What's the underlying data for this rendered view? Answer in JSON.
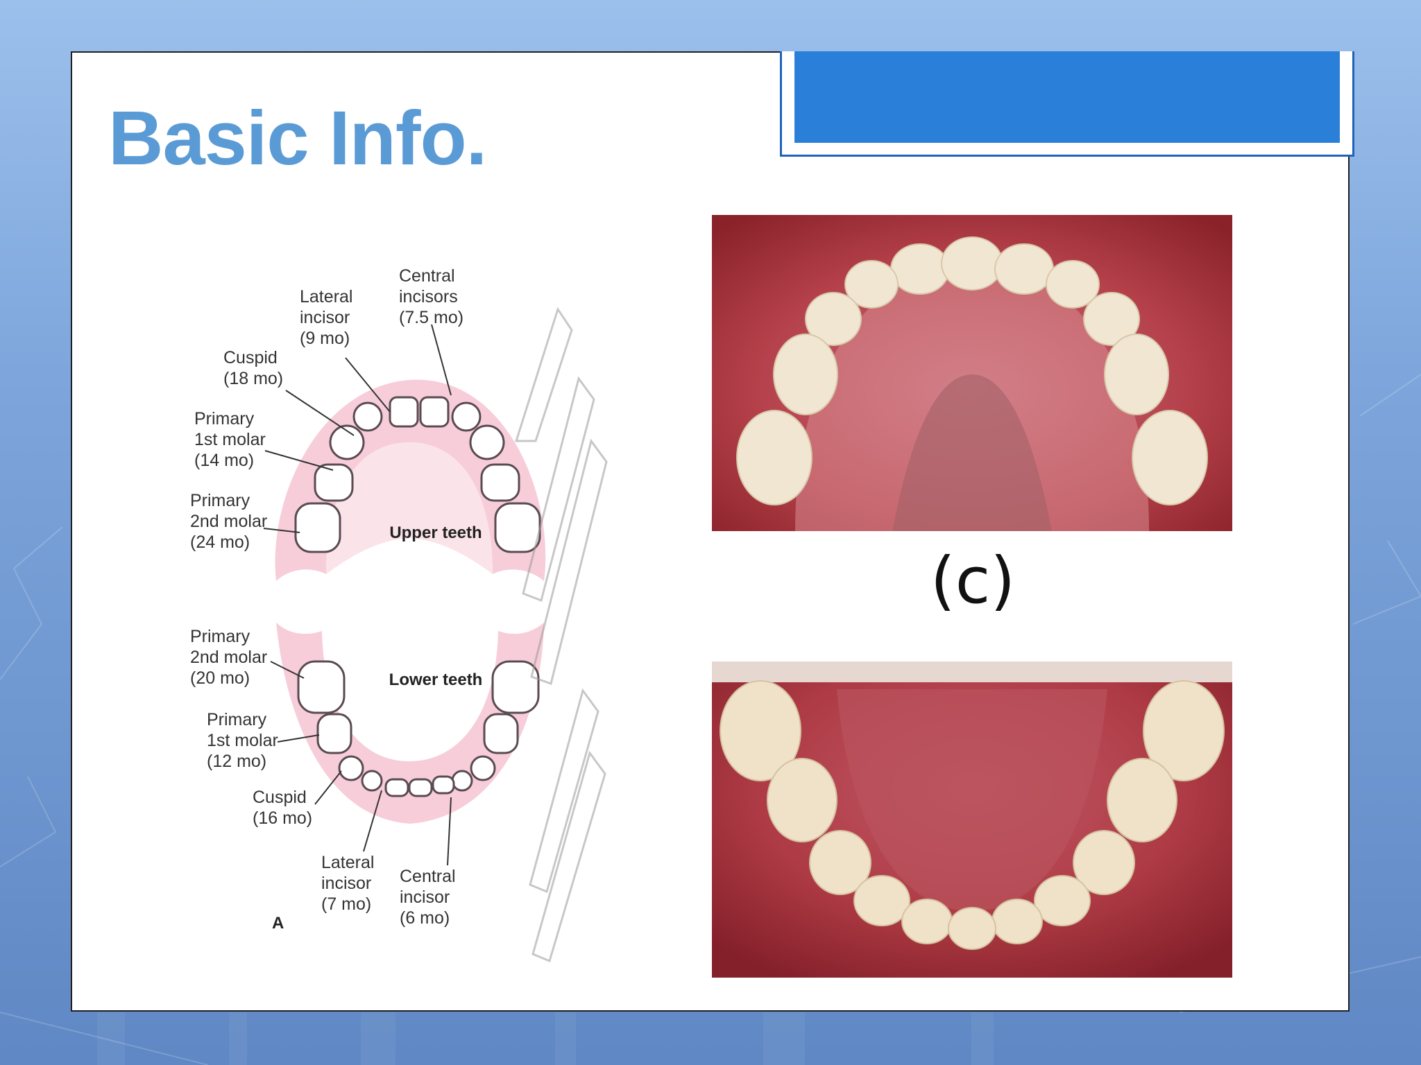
{
  "slide": {
    "title": "Basic Info."
  },
  "diagram": {
    "figure_letter": "A",
    "upper_label": "Upper teeth",
    "lower_label": "Lower teeth",
    "upper": [
      {
        "lines": [
          "Central",
          "incisors",
          "(7.5 mo)"
        ]
      },
      {
        "lines": [
          "Lateral",
          "incisor",
          "(9 mo)"
        ]
      },
      {
        "lines": [
          "Cuspid",
          "(18 mo)"
        ]
      },
      {
        "lines": [
          "Primary",
          "1st molar",
          "(14 mo)"
        ]
      },
      {
        "lines": [
          "Primary",
          "2nd molar",
          "(24 mo)"
        ]
      }
    ],
    "lower": [
      {
        "lines": [
          "Primary",
          "2nd molar",
          "(20 mo)"
        ]
      },
      {
        "lines": [
          "Primary",
          "1st molar",
          "(12 mo)"
        ]
      },
      {
        "lines": [
          "Cuspid",
          "(16 mo)"
        ]
      },
      {
        "lines": [
          "Lateral",
          "incisor",
          "(7 mo)"
        ]
      },
      {
        "lines": [
          "Central",
          "incisor",
          "(6 mo)"
        ]
      }
    ]
  },
  "photos": {
    "label": "(c)"
  },
  "colors": {
    "title": "#5b9bd5",
    "header_box": "#2a7fd9",
    "gum_pink": "#f2b8c8",
    "mouth_red": "#a8323a"
  }
}
